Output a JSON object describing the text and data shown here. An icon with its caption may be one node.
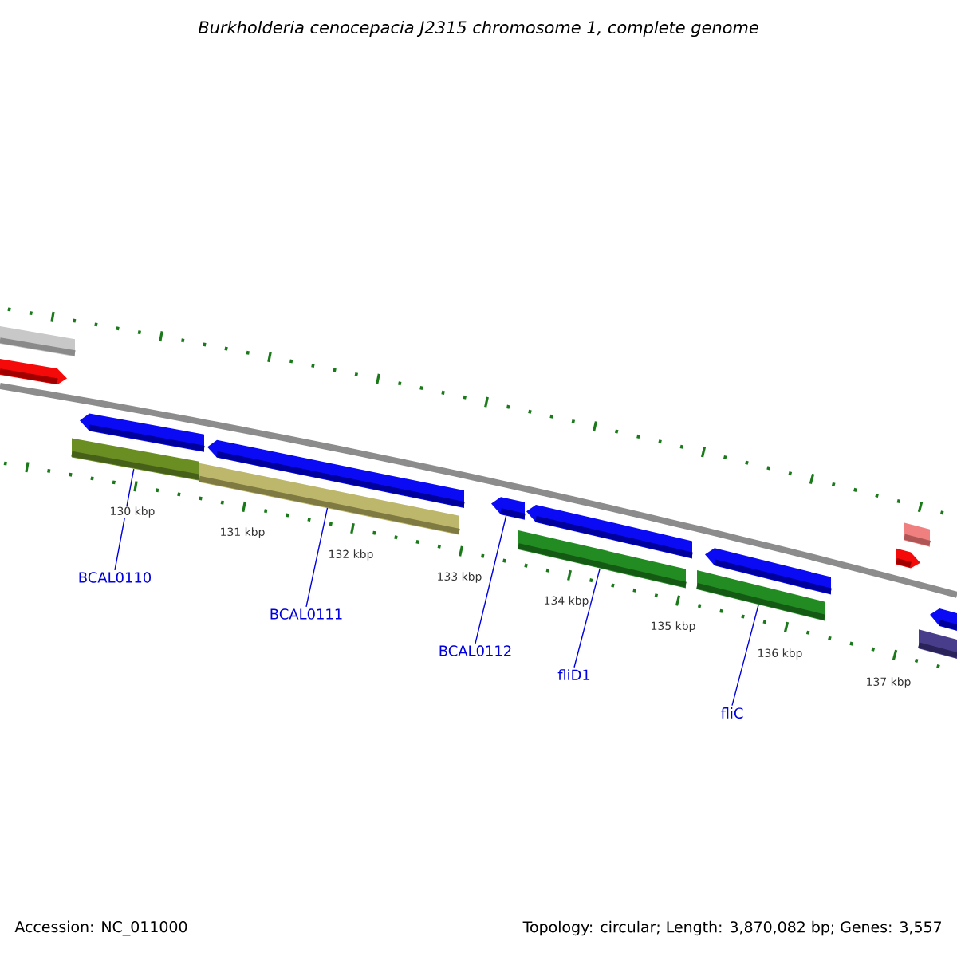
{
  "diagram": {
    "title": "Burkholderia cenocepacia J2315 chromosome 1, complete genome",
    "nodes": [
      {
        "text": [
          "BCAL0110"
        ]
      },
      {
        "text": [
          "BCAL0111"
        ]
      },
      {
        "text": [
          "BCAL0112"
        ]
      },
      {
        "text": [
          "fliD1"
        ]
      },
      {
        "text": [
          "fliC"
        ]
      },
      {
        "text": [],
        "shape": "bar"
      },
      {
        "text": [],
        "shape": "bar"
      },
      {
        "text": [],
        "shape": "bar"
      },
      {
        "text": [],
        "shape": "bar"
      },
      {
        "text": [],
        "shape": "bar"
      },
      {
        "text": [],
        "shape": "bar"
      },
      {
        "text": [],
        "shape": "bar"
      },
      {
        "text": [],
        "shape": "bar"
      },
      {
        "text": [],
        "shape": "bar"
      },
      {
        "text": [],
        "shape": "bar"
      },
      {
        "text": [],
        "shape": "bar"
      },
      {
        "text": [],
        "shape": "bar"
      },
      {
        "text": [],
        "shape": "bar"
      },
      {
        "text": [],
        "shape": "bar"
      },
      {
        "text": [],
        "shape": "bar"
      }
    ],
    "edges": [
      {
        "from": 0,
        "to": 7,
        "arrow": "none"
      },
      {
        "from": 1,
        "to": 9,
        "arrow": "none"
      },
      {
        "from": 2,
        "to": 11,
        "arrow": "none"
      },
      {
        "from": 3,
        "to": 12,
        "arrow": "none"
      },
      {
        "from": 4,
        "to": 14,
        "arrow": "none"
      }
    ],
    "labels": [
      "130 kbp",
      "131 kbp",
      "132 kbp",
      "133 kbp",
      "134 kbp",
      "135 kbp",
      "136 kbp",
      "137 kbp",
      "Accession: NC_011000",
      "Topology: circular; Length: 3,870,082 bp; Genes: 3,557"
    ]
  }
}
